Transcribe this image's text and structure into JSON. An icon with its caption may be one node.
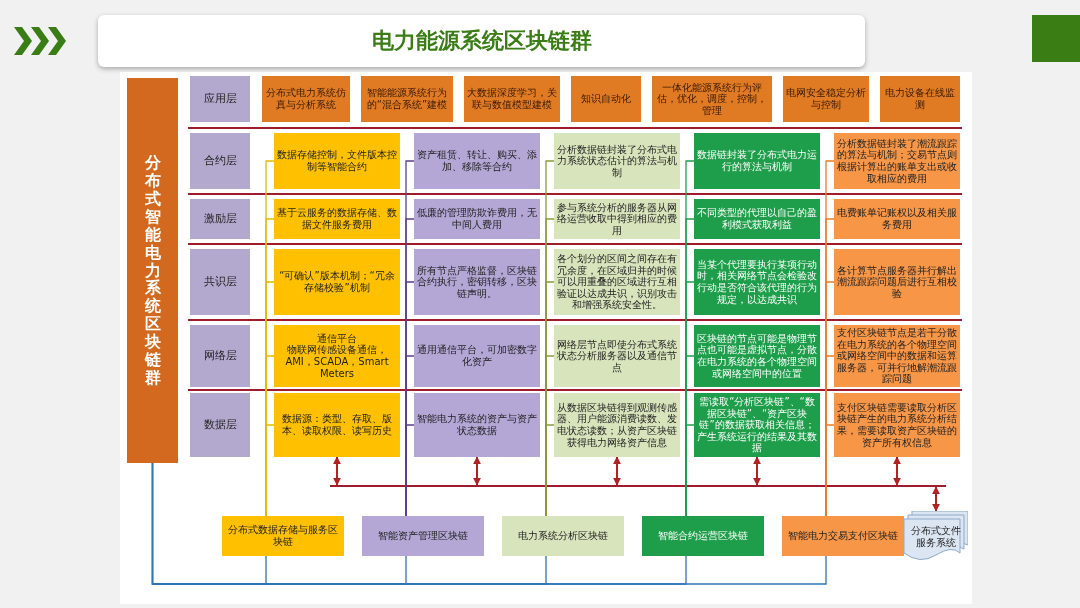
{
  "diagram": {
    "title": "电力能源系统区块链群",
    "nodes": [
      {
        "text": [
          "分布式智能电力系统区块链群"
        ]
      },
      {
        "text": [
          "应用层"
        ]
      },
      {
        "text": [
          "合约层"
        ]
      },
      {
        "text": [
          "激励层"
        ]
      },
      {
        "text": [
          "共识层"
        ]
      },
      {
        "text": [
          "网络层"
        ]
      },
      {
        "text": [
          "数据层"
        ]
      },
      {
        "text": [
          "分布式电力系统仿真与分析系统"
        ]
      },
      {
        "text": [
          "智能能源系统行为的“混合系统”建模"
        ]
      },
      {
        "text": [
          "大数据深度学习，关联与数值模型建模"
        ]
      },
      {
        "text": [
          "知识自动化"
        ]
      },
      {
        "text": [
          "一体化能源系统行为评估，优化，调度，控制，管理"
        ]
      },
      {
        "text": [
          "电网安全稳定分析与控制"
        ]
      },
      {
        "text": [
          "电力设备在线监测"
        ]
      },
      {
        "text": [
          "数据存储控制，文件版本控制等智能合约"
        ]
      },
      {
        "text": [
          "资产租赁、转让、购买、添加、移除等合约"
        ]
      },
      {
        "text": [
          "分析数据链封装了分布式电力系统状态估计的算法与机制"
        ]
      },
      {
        "text": [
          "数据链封装了分布式电力运行的算法与机制"
        ]
      },
      {
        "text": [
          "分析数据链封装了潮流跟踪的算法与机制；交易节点则根据计算出的账单支出或收取相应的费用"
        ]
      },
      {
        "text": [
          "基于云服务的数据存储、数据文件服务费用"
        ]
      },
      {
        "text": [
          "低廉的管理防欺诈费用，无中间人费用"
        ]
      },
      {
        "text": [
          "参与系统分析的服务器从网络运营收取中得到相应的费用"
        ]
      },
      {
        "text": [
          "不同类型的代理以自己的盈利模式获取利益"
        ]
      },
      {
        "text": [
          "电费账单记账权以及相关服务费用"
        ]
      },
      {
        "text": [
          "“可确认”版本机制；“冗余存储校验”机制"
        ]
      },
      {
        "text": [
          "所有节点严格监督，区块链合约执行，密钥转移，区块链声明。"
        ]
      },
      {
        "text": [
          "各个划分的区间之间存在有冗余度，在区域归并的时候可以用重叠的区域进行互相验证以达成共识，识别攻击和增强系统安全性。"
        ]
      },
      {
        "text": [
          "当某个代理要执行某项行动时，相关网络节点会检验改行动是否符合该代理的行为规定，以达成共识"
        ]
      },
      {
        "text": [
          "各计算节点服务器并行解出潮流跟踪问题后进行互相校验"
        ]
      },
      {
        "text": [
          "通信平台",
          "物联网传感设备通信，AMI，SCADA，Smart Meters"
        ]
      },
      {
        "text": [
          "通用通信平台，可加密数字化资产"
        ]
      },
      {
        "text": [
          "网络层节点即使分布式系统状态分析服务器以及通信节点"
        ]
      },
      {
        "text": [
          "区块链的节点可能是物理节点也可能是虚拟节点，分散在电力系统的各个物理空间或网络空间中的位置"
        ]
      },
      {
        "text": [
          "支付区块链节点是若干分散在电力系统的各个物理空间或网络空间中的数据和运算服务器，可并行地解潮流跟踪问题"
        ]
      },
      {
        "text": [
          "数据源：类型、存取、版本、读取权限、读写历史"
        ]
      },
      {
        "text": [
          "智能电力系统的资产与资产状态数据"
        ]
      },
      {
        "text": [
          "从数据区块链得到观测传感器、用户能源消费读数、发电状态读数；从资产区块链获得电力网络资产信息"
        ]
      },
      {
        "text": [
          "需读取“分析区块链”、“数据区块链”、“资产区块链”的数据获取相关信息；产生系统运行的结果及其数据"
        ]
      },
      {
        "text": [
          "支付区块链需要读取分析区块链产生的电力系统分析结果，需要读取资产区块链的资产所有权信息"
        ]
      },
      {
        "text": [
          "分布式数据存储与服务区块链"
        ]
      },
      {
        "text": [
          "智能资产管理区块链"
        ]
      },
      {
        "text": [
          "电力系统分析区块链"
        ]
      },
      {
        "text": [
          "智能合约运营区块链"
        ]
      },
      {
        "text": [
          "智能电力交易支付区块链"
        ]
      },
      {
        "text": [
          "分布式文件服务系统"
        ]
      }
    ],
    "edges": [
      {
        "from": 39,
        "to": 14,
        "arrow": "none",
        "color": "#e8b800"
      },
      {
        "from": 39,
        "to": 19,
        "arrow": "none",
        "color": "#e8b800"
      },
      {
        "from": 39,
        "to": 24,
        "arrow": "none",
        "color": "#e8b800"
      },
      {
        "from": 39,
        "to": 29,
        "arrow": "none",
        "color": "#e8b800"
      },
      {
        "from": 39,
        "to": 34,
        "arrow": "none",
        "color": "#e8b800"
      },
      {
        "from": 40,
        "to": 15,
        "arrow": "none",
        "color": "#5b3f8f"
      },
      {
        "from": 40,
        "to": 20,
        "arrow": "none",
        "color": "#5b3f8f"
      },
      {
        "from": 40,
        "to": 25,
        "arrow": "none",
        "color": "#5b3f8f"
      },
      {
        "from": 40,
        "to": 30,
        "arrow": "none",
        "color": "#5b3f8f"
      },
      {
        "from": 40,
        "to": 35,
        "arrow": "none",
        "color": "#5b3f8f"
      },
      {
        "from": 41,
        "to": 16,
        "arrow": "none",
        "color": "#8a9a3a"
      },
      {
        "from": 41,
        "to": 21,
        "arrow": "none",
        "color": "#8a9a3a"
      },
      {
        "from": 41,
        "to": 26,
        "arrow": "none",
        "color": "#8a9a3a"
      },
      {
        "from": 41,
        "to": 31,
        "arrow": "none",
        "color": "#8a9a3a"
      },
      {
        "from": 41,
        "to": 36,
        "arrow": "none",
        "color": "#8a9a3a"
      },
      {
        "from": 42,
        "to": 17,
        "arrow": "none",
        "color": "#1e9e4a"
      },
      {
        "from": 42,
        "to": 22,
        "arrow": "none",
        "color": "#1e9e4a"
      },
      {
        "from": 42,
        "to": 27,
        "arrow": "none",
        "color": "#1e9e4a"
      },
      {
        "from": 42,
        "to": 32,
        "arrow": "none",
        "color": "#1e9e4a"
      },
      {
        "from": 42,
        "to": 37,
        "arrow": "none",
        "color": "#1e9e4a"
      },
      {
        "from": 43,
        "to": 18,
        "arrow": "none",
        "color": "#e67e22"
      },
      {
        "from": 43,
        "to": 23,
        "arrow": "none",
        "color": "#e67e22"
      },
      {
        "from": 43,
        "to": 28,
        "arrow": "none",
        "color": "#e67e22"
      },
      {
        "from": 43,
        "to": 33,
        "arrow": "none",
        "color": "#e67e22"
      },
      {
        "from": 43,
        "to": 38,
        "arrow": "none",
        "color": "#e67e22"
      },
      {
        "from": 0,
        "to": 39,
        "arrow": "none",
        "color": "#2e75b6"
      },
      {
        "from": 0,
        "to": 40,
        "arrow": "none",
        "color": "#2e75b6"
      },
      {
        "from": 0,
        "to": 41,
        "arrow": "none",
        "color": "#2e75b6"
      },
      {
        "from": 0,
        "to": 42,
        "arrow": "none",
        "color": "#2e75b6"
      },
      {
        "from": 0,
        "to": 43,
        "arrow": "none",
        "color": "#2e75b6"
      },
      {
        "from": 34,
        "to": null,
        "arrow": "both",
        "color": "#b22222"
      },
      {
        "from": 35,
        "to": null,
        "arrow": "both",
        "color": "#b22222"
      },
      {
        "from": 36,
        "to": null,
        "arrow": "both",
        "color": "#b22222"
      },
      {
        "from": 37,
        "to": null,
        "arrow": "both",
        "color": "#b22222"
      },
      {
        "from": 38,
        "to": null,
        "arrow": "both",
        "color": "#b22222"
      },
      {
        "from": 44,
        "to": null,
        "arrow": "both",
        "color": "#b22222"
      }
    ]
  }
}
